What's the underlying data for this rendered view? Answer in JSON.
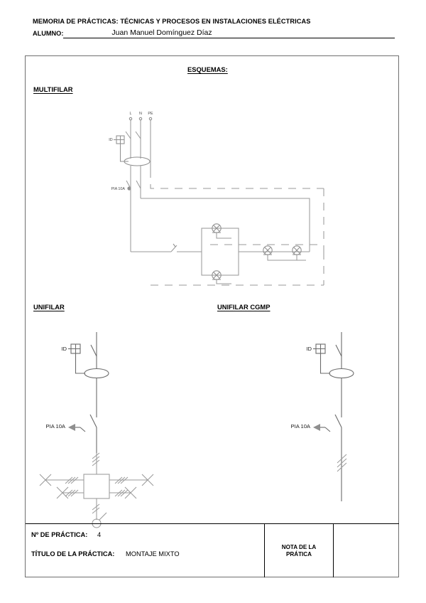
{
  "header": {
    "title": "MEMORIA DE PRÁCTICAS: TÉCNICAS Y PROCESOS EN INSTALACIONES ELÉCTRICAS",
    "student_label": "ALUMNO:",
    "student_name": "Juan Manuel Domínguez Díaz"
  },
  "sheet": {
    "section_title": "ESQUEMAS:",
    "multifilar_title": "MULTIFILAR",
    "unifilar_title": "UNIFILAR",
    "unifilar_cgmp_title": "UNIFILAR CGMP"
  },
  "diagrams": {
    "multifilar": {
      "conductor_labels": [
        "L",
        "N",
        "PE"
      ],
      "id_label": "ID",
      "pia_label": "PIA 10A"
    },
    "unifilar": {
      "id_label": "ID",
      "pia_label": "PIA 10A"
    },
    "unifilar_cgmp": {
      "id_label": "ID",
      "pia_label": "PIA 10A"
    }
  },
  "footer": {
    "practice_number_label": "Nº DE PRÁCTICA:",
    "practice_number_value": "4",
    "practice_title_label": "TÍTULO DE LA PRÁCTICA:",
    "practice_title_value": "MONTAJE MIXTO",
    "note_line1": "NOTA DE LA",
    "note_line2": "PRÁTICA",
    "grade_value": ""
  }
}
